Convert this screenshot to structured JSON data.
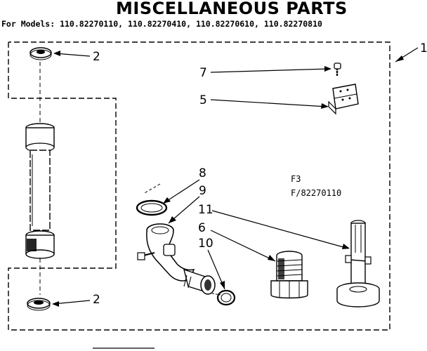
{
  "title": "MISCELLANEOUS PARTS",
  "models_line": "For Models: 110.82270110, 110.82270410, 110.82270610, 110.82270810",
  "callouts": {
    "assembly": "1",
    "washer_top": "2",
    "washer_bottom": "2",
    "screw": "7",
    "bracket": "5",
    "oring_upper": "8",
    "elbow": "9",
    "oring_lower": "10",
    "shaft": "11",
    "nozzle": "6"
  },
  "figure_code": {
    "line1": "F3",
    "line2": "F/82270110"
  }
}
